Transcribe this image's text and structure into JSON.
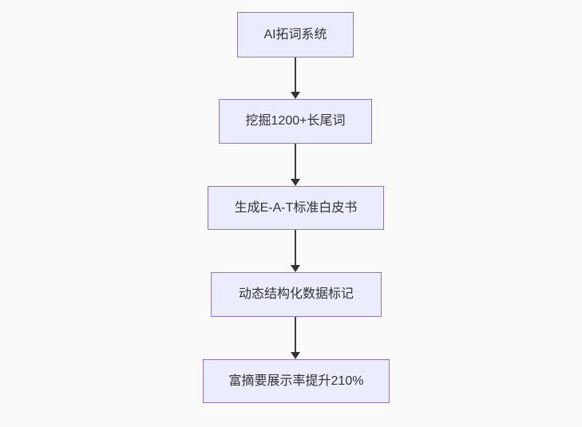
{
  "diagram": {
    "type": "flowchart-top-down",
    "nodes": [
      {
        "id": "node-1",
        "label": "AI拓词系统"
      },
      {
        "id": "node-2",
        "label": "挖掘1200+长尾词"
      },
      {
        "id": "node-3",
        "label": "生成E-A-T标准白皮书"
      },
      {
        "id": "node-4",
        "label": "动态结构化数据标记"
      },
      {
        "id": "node-5",
        "label": "富摘要展示率提升210%"
      }
    ],
    "edges": [
      {
        "from": "node-1",
        "to": "node-2",
        "style": "arrow-down"
      },
      {
        "from": "node-2",
        "to": "node-3",
        "style": "arrow-down"
      },
      {
        "from": "node-3",
        "to": "node-4",
        "style": "arrow-down"
      },
      {
        "from": "node-4",
        "to": "node-5",
        "style": "arrow-down"
      }
    ],
    "colors": {
      "background": "#fafafa",
      "node_fill": "#ECECFF",
      "node_border": "#9370DB",
      "node_text": "#333333",
      "arrow": "#333333"
    }
  }
}
